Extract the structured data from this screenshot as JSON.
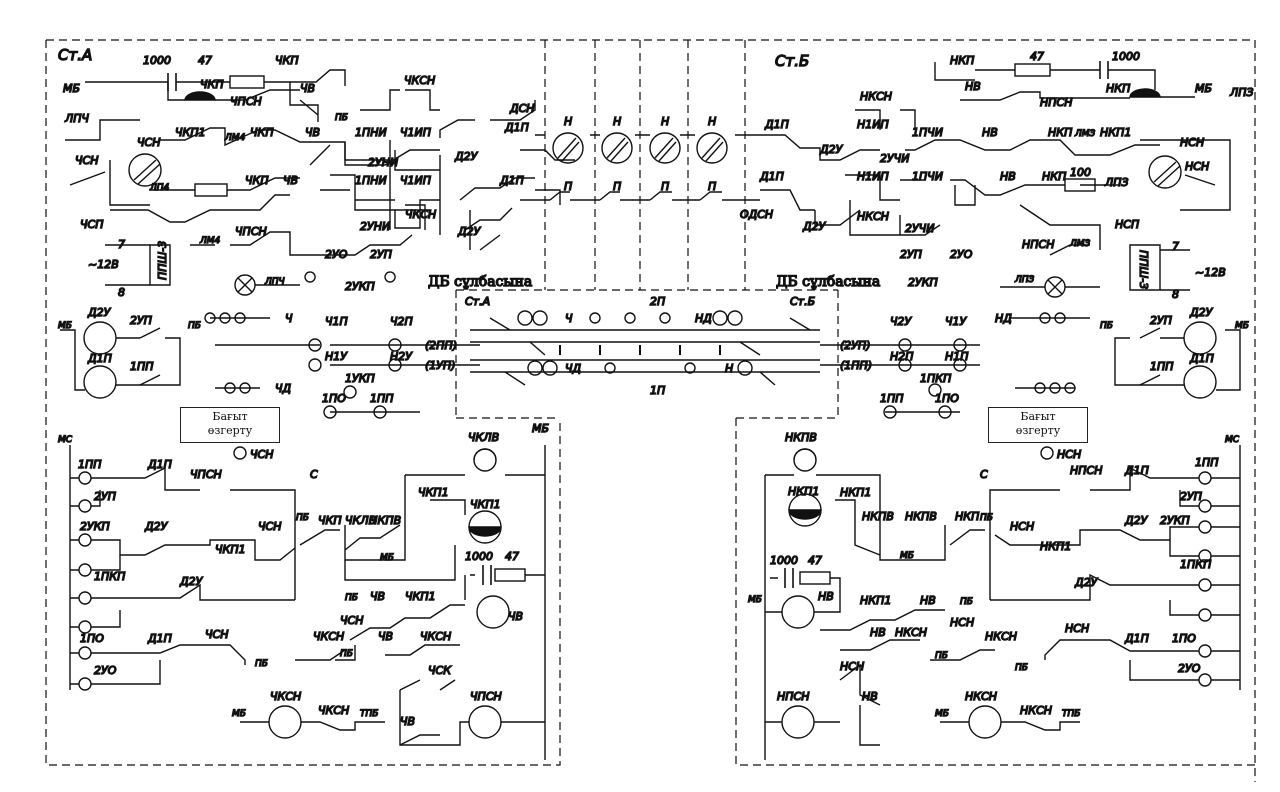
{
  "station_a": {
    "title": "Ст.А",
    "footnote": "ДБ сұлбасына",
    "direction_button": [
      "Бағыт",
      "өзгерту"
    ],
    "device": "ППШ-3",
    "supply": "~12В",
    "terminal_upper": "7",
    "terminal_lower": "8",
    "labels": {
      "c1000": "1000",
      "r47": "47",
      "chkp_top": "ЧКП",
      "chkp_cap": "ЧКП",
      "mb": "МБ",
      "lpch": "ЛПЧ",
      "chpsn": "ЧПСН",
      "chv": "ЧВ",
      "pb": "ПБ",
      "chksn": "ЧКСН",
      "chsn": "ЧСН",
      "chkp1": "ЧКП1",
      "lm4": "ЛМ4",
      "chkp2": "ЧКП",
      "chv2": "ЧВ",
      "pni1": "1ПНИ",
      "ch1ip": "Ч1ИП",
      "ni2u": "2УНИ",
      "dsn": "ДСН",
      "d1p": "Д1П",
      "d2u": "Д2У",
      "chsn_circle": "ЧСН",
      "lp4": "ЛП4",
      "chkp3": "ЧКП",
      "chv3": "ЧВ",
      "pni1b": "1ПНИ",
      "ch1ip2": "Ч1ИП",
      "chksn2": "ЧКСН",
      "uni2b": "2УНИ",
      "d2u_b": "Д2У",
      "d1p_b": "Д1П",
      "chsp": "ЧСП",
      "lm4b": "ЛМ4",
      "chpsn2": "ЧПСН",
      "uo2": "2УО",
      "up2": "2УП",
      "ukp2": "2УКП",
      "lpch2": "ЛПЧ",
      "d2u_relay": "Д2У",
      "d1p_relay": "Д1П",
      "up2_relay": "2УП",
      "pp1": "1ПП",
      "mb_relay": "МБ",
      "pb_relay": "ПБ",
      "ch": "Ч",
      "ch1p": "Ч1П",
      "ch2p": "Ч2П",
      "p2": "(2ПП)",
      "n1u": "Н1У",
      "n2u": "Н2У",
      "up1": "(1УП)",
      "ukp1": "1УКП",
      "chd": "ЧД",
      "po1": "1ПО",
      "pp1b": "1ПП",
      "chsn_bottom": "ЧСН",
      "mc": "МС",
      "mb_bus": "МБ",
      "c": "С",
      "pp1_l": "1ПП",
      "d1p_l": "Д1П",
      "chpsn_l": "ЧПСН",
      "up2_l": "2УП",
      "ukp2_l": "2УКП",
      "d2u_l": "Д2У",
      "chsn_l": "ЧСН",
      "chkp1_l": "ЧКП1",
      "pkp1_l": "1ПКП",
      "d2u_l2": "Д2У",
      "po1_l": "1ПО",
      "d1p_l2": "Д1П",
      "chsn_l2": "ЧСН",
      "uo2_l": "2УО",
      "chklv": "ЧКЛВ",
      "chkp_l": "ЧКП",
      "chkp1_r": "ЧКП1",
      "chklv2": "ЧКЛВ",
      "chkpv": "ЧКПВ",
      "pb_l": "ПБ",
      "mb_l": "МБ",
      "chkp1_circle": "ЧКП1",
      "c1000_l": "1000",
      "r47_l": "47",
      "chv_circle": "ЧВ",
      "pb_l2": "ПБ",
      "chv_l": "ЧВ",
      "chkp1_l3": "ЧКП1",
      "chsn_l3": "ЧСН",
      "chksn_l": "ЧКСН",
      "chv_l2": "ЧВ",
      "chksn_l2": "ЧКСН",
      "pb_l3": "ПБ",
      "chsk": "ЧСК",
      "chv_l3": "ЧВ",
      "chpsn_circle": "ЧПСН",
      "mb_l4": "МБ",
      "chksn_circle": "ЧКСН",
      "chksn_l5": "ЧКСН",
      "tpb": "ТПБ",
      "pb_l4": "ПБ"
    }
  },
  "station_b": {
    "title": "Ст.Б",
    "footnote": "ДБ сұлбасына",
    "direction_button": [
      "Бағыт",
      "өзгерту"
    ],
    "device": "ППШ-3",
    "supply": "~12В",
    "terminal_upper": "7",
    "terminal_lower": "8",
    "labels": {
      "nkp": "НКП",
      "r47": "47",
      "c1000": "1000",
      "nv": "НВ",
      "nkp_cap": "НКП",
      "mb": "МБ",
      "lpz": "ЛПЗ",
      "npsn": "НПСН",
      "nksn": "НКСН",
      "n1ip": "Н1ИП",
      "pchi1": "1ПЧИ",
      "nv2": "НВ",
      "nkp2": "НКП",
      "lm3": "ЛМЗ",
      "nkp1": "НКП1",
      "nsn": "НСН",
      "d1p": "Д1П",
      "d2u": "Д2У",
      "uchi2": "2УЧИ",
      "nsn_circle": "НСН",
      "d1p_b": "Д1П",
      "n1ip2": "Н1ИП",
      "pchi1b": "1ПЧИ",
      "nv3": "НВ",
      "nkp3": "НКП",
      "r100": "100",
      "lpz2": "ЛПЗ",
      "odsn": "ОДСН",
      "d2u_b": "Д2У",
      "nksn2": "НКСН",
      "uchi2b": "2УЧИ",
      "npsn2": "НПСН",
      "lm3b": "ЛМЗ",
      "nsp": "НСП",
      "up2": "2УП",
      "uo2": "2УО",
      "ukp2": "2УКП",
      "lpz3": "ЛПЗ",
      "nd": "НД",
      "ch2u": "Ч2У",
      "ch1u": "Ч1У",
      "up2p": "(2УП)",
      "pp1p": "(1ПП)",
      "n2p": "Н2П",
      "n1p": "Н1П",
      "pkp1": "1ПКП",
      "pp1": "1ПП",
      "po1": "1ПО",
      "pb": "ПБ",
      "up2_r": "2УП",
      "d2u_relay": "Д2У",
      "mb_relay": "МБ",
      "pp1_relay": "1ПП",
      "d1p_relay": "Д1П",
      "nsn_bottom": "НСН",
      "mc": "МС",
      "c": "С",
      "npsn_r": "НПСН",
      "d1p_r": "Д1П",
      "pp1_r": "1ПП",
      "up2_r2": "2УП",
      "nkpv": "НКПВ",
      "nkp1_circle": "НКП1",
      "nkp1_r": "НКП1",
      "nkpv2": "НКПВ",
      "nkpv3": "НКПВ",
      "nkp_r": "НКП",
      "pb_r": "ПБ",
      "nsn_r": "НСН",
      "d2u_r": "Д2У",
      "ukp2_r": "2УКП",
      "mb_r": "МБ",
      "nkp1_r2": "НКП1",
      "d2u_r2": "Д2У",
      "pkp1_r": "1ПКП",
      "c1000_r": "1000",
      "r47_r": "47",
      "mb_r2": "МБ",
      "nv_circle": "НВ",
      "nkp1_r3": "НКП1",
      "nv_r": "НВ",
      "pb_r2": "ПБ",
      "nv_r2": "НВ",
      "nksn_r": "НКСН",
      "nsn_r2": "НСН",
      "nksn_r2": "НКСН",
      "pb_r3": "ПБ",
      "nsn_r3": "НСН",
      "d1p_r2": "Д1П",
      "po1_r": "1ПО",
      "uo2_r": "2УО",
      "pb_r4": "ПБ",
      "npsn_circle": "НПСН",
      "nv_r3": "НВ",
      "mb_r3": "МБ",
      "nksn_circle": "НКСН",
      "nksn_r3": "НКСН",
      "tpb": "ТПБ",
      "nsn_r4": "НСН"
    }
  },
  "line": {
    "signals": [
      "Н",
      "Н",
      "Н",
      "Н"
    ],
    "tracks": [
      "П",
      "П",
      "П",
      "П"
    ],
    "plan": {
      "st_a": "Ст.А",
      "st_b": "Ст.Б",
      "track_upper": "2П",
      "track_lower": "1П",
      "sig_ch": "Ч",
      "sig_chd": "ЧД",
      "sig_nd": "НД",
      "sig_n": "Н"
    }
  }
}
